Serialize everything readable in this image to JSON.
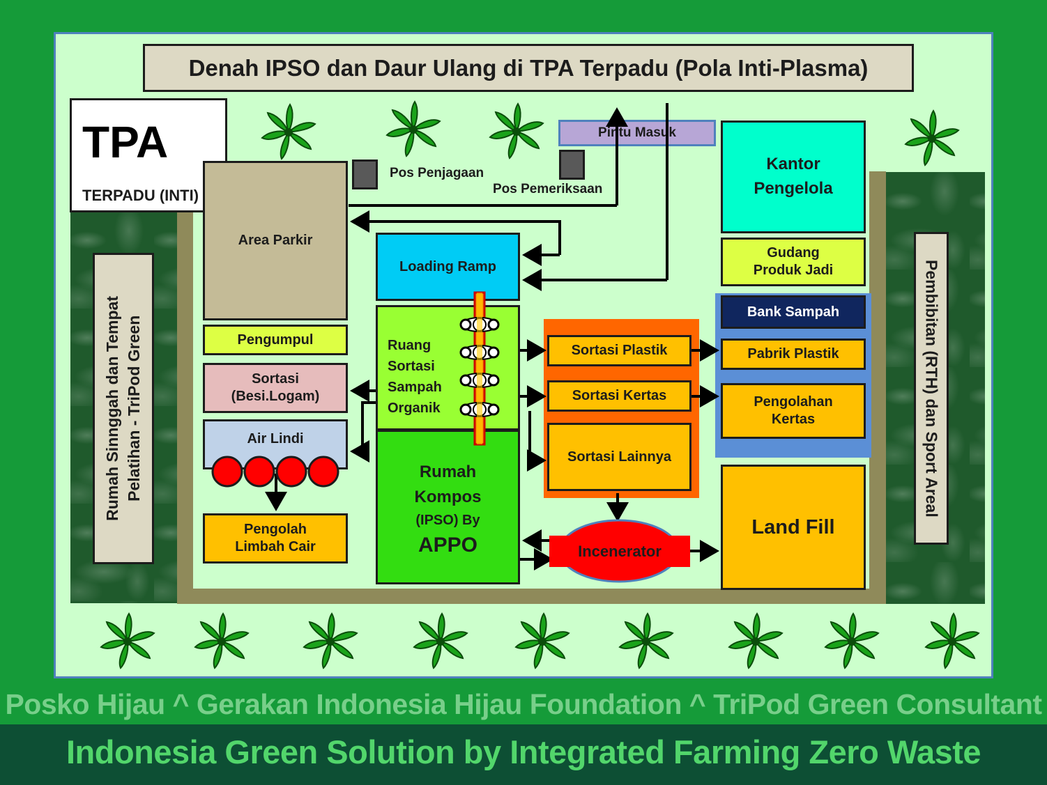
{
  "title": "Denah IPSO dan Daur Ulang di TPA Terpadu (Pola Inti-Plasma)",
  "tpa_box": {
    "big": "TPA",
    "small": "TERPADU (INTI)"
  },
  "labels": {
    "pintu_masuk": "Pintu Masuk",
    "pos_penjagaan": "Pos Penjagaan",
    "pos_pemeriksaan": "Pos Pemeriksaan",
    "area_parkir": "Area Parkir",
    "loading_ramp": "Loading Ramp",
    "pengumpul": "Pengumpul",
    "sortasi_besi_1": "Sortasi",
    "sortasi_besi_2": "(Besi.Logam)",
    "air_lindi": "Air Lindi",
    "pengolah_limbah_1": "Pengolah",
    "pengolah_limbah_2": "Limbah Cair",
    "ruang_sortasi": [
      "Ruang",
      "Sortasi",
      "Sampah",
      "Organik"
    ],
    "rumah_kompos": [
      "Rumah",
      "Kompos",
      "(IPSO) By"
    ],
    "appo": "APPO",
    "sortasi_plastik": "Sortasi Plastik",
    "sortasi_kertas": "Sortasi Kertas",
    "sortasi_lainnya": "Sortasi Lainnya",
    "incenerator": "Incenerator",
    "kantor_1": "Kantor",
    "kantor_2": "Pengelola",
    "gudang_1": "Gudang",
    "gudang_2": "Produk Jadi",
    "bank_sampah": "Bank Sampah",
    "pabrik_plastik": "Pabrik Plastik",
    "pengolahan_kertas_1": "Pengolahan",
    "pengolahan_kertas_2": "Kertas",
    "land_fill": "Land Fill",
    "left_side_1": "Rumah Sinnggah dan Tempat",
    "left_side_2": "Pelatihan  - TriPod Green",
    "right_side": "Pembibitan (RTH) dan Sport Areal"
  },
  "footer": {
    "line1": "Posko Hijau ^ Gerakan Indonesia Hijau Foundation ^ TriPod Green Consultant",
    "line2": "Indonesia Green Solution by Integrated Farming Zero Waste"
  },
  "colors": {
    "outer": "#159b39",
    "inner": "#ccffcc",
    "ground": "#8f8a5a",
    "tan": "#c4bb97",
    "cyan": "#00ccf5",
    "lime": "#99ff33",
    "green": "#33dd11",
    "yellow_lime": "#ddff44",
    "pink": "#e6bcbc",
    "lightblue": "#bfd2e8",
    "orange": "#ff6600",
    "gold": "#ffc000",
    "aqua": "#00ffcc",
    "steelblue": "#5b8fd6",
    "navy": "#10265e",
    "red": "#ff0000",
    "lavender": "#b7a6d6",
    "footer_dark": "#0d4f34",
    "footer_text": "#52d66b"
  }
}
